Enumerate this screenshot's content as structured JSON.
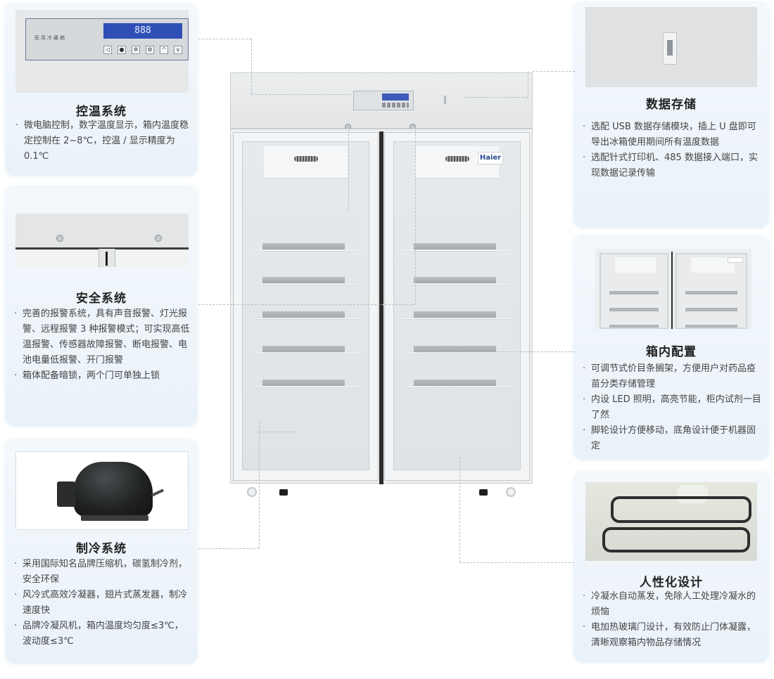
{
  "product": {
    "brand_logo": "Haier",
    "control_panel_label": "医用冷藏箱",
    "display_value": "888"
  },
  "features": {
    "temperature_control": {
      "title": "控温系统",
      "image": "control-panel-photo",
      "bullets": [
        "微电脑控制，数字温度显示，箱内温度稳定控制在 2~8℃，控温 / 显示精度为 0.1℃"
      ]
    },
    "safety": {
      "title": "安全系统",
      "image": "door-lock-photo",
      "bullets": [
        "完善的报警系统，具有声音报警、灯光报警、远程报警 3 种报警模式；可实现高低温报警、传感器故障报警、断电报警、电池电量低报警、开门报警",
        "箱体配备暗锁，两个门可单独上锁"
      ]
    },
    "refrigeration": {
      "title": "制冷系统",
      "image": "compressor-photo",
      "bullets": [
        "采用国际知名品牌压缩机，碳氢制冷剂，安全环保",
        "风冷式高效冷凝器，翅片式蒸发器，制冷速度快",
        "品牌冷凝风机，箱内温度均匀度≤3℃，波动度≤3℃"
      ]
    },
    "data_storage": {
      "title": "数据存储",
      "image": "usb-port-photo",
      "bullets": [
        "选配 USB 数据存储模块，插上 U 盘即可导出冰箱使用期间所有温度数据",
        "选配针式打印机、485 数据接入端口，实现数据记录传输"
      ]
    },
    "interior": {
      "title": "箱内配置",
      "image": "interior-shelves-photo",
      "bullets": [
        "可调节式价目条搁架，方便用户对药品疫苗分类存储管理",
        "内设 LED 照明，高亮节能，柜内试剂一目了然",
        "脚轮设计方便移动，底角设计便于机器固定"
      ]
    },
    "humanized": {
      "title": "人性化设计",
      "image": "heater-coil-photo",
      "bullets": [
        "冷凝水自动蒸发，免除人工处理冷凝水的烦恼",
        "电加热玻璃门设计，有效防止门体凝露，清晰观察箱内物品存储情况"
      ]
    }
  },
  "colors": {
    "card_bg": "#eef4fa",
    "title": "#222222",
    "body_text": "#444444",
    "leader_line": "#b6bdc2",
    "lcd_blue": "#2f4fb6"
  }
}
